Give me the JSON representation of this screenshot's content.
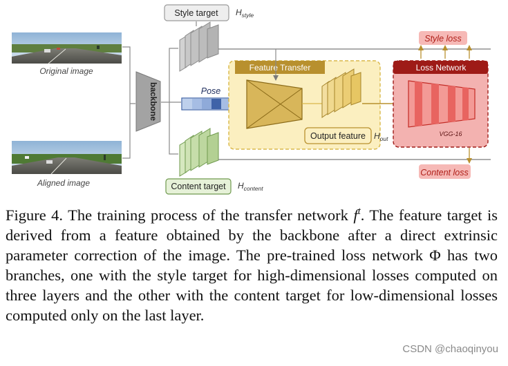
{
  "diagram": {
    "style_target": {
      "label": "Style target",
      "symbol": "H",
      "subscript": "style"
    },
    "content_target": {
      "label": "Content target",
      "symbol": "H",
      "subscript": "content"
    },
    "original_image_label": "Original image",
    "aligned_image_label": "Aligned image",
    "backbone_label": "backbone",
    "pose_label": "Pose",
    "feature_transfer_label": "Feature Transfer",
    "output_feature": {
      "label": "Output feature",
      "symbol": "H",
      "subscript": "out"
    },
    "loss_network_label": "Loss Network",
    "vgg_label": "VGG-16",
    "style_loss_label": "Style loss",
    "content_loss_label": "Content loss",
    "colors": {
      "style_gray": "#b9b9b9",
      "content_green": "#cfe3b5",
      "content_green_stroke": "#6f9a4e",
      "feature_yellow": "#fbefc0",
      "feature_gold": "#b8902e",
      "loss_red": "#9e1b17",
      "loss_pink": "#f6b9b6",
      "loss_box_fill": "#f3b2b0",
      "pose_blue": "#3f63a8"
    }
  },
  "caption": {
    "prefix": "Figure 4.  The training process of the transfer network ",
    "func": "f",
    "sup": "t",
    "suffix": ".  The feature target is derived from a feature obtained by the backbone after a direct extrinsic parameter correction of the image. The pre-trained loss network Φ has two branches, one with the style target for high-dimensional losses computed on three layers and the other with the content target for low-dimensional losses computed only on the last layer."
  },
  "watermark": "CSDN @chaoqinyou"
}
